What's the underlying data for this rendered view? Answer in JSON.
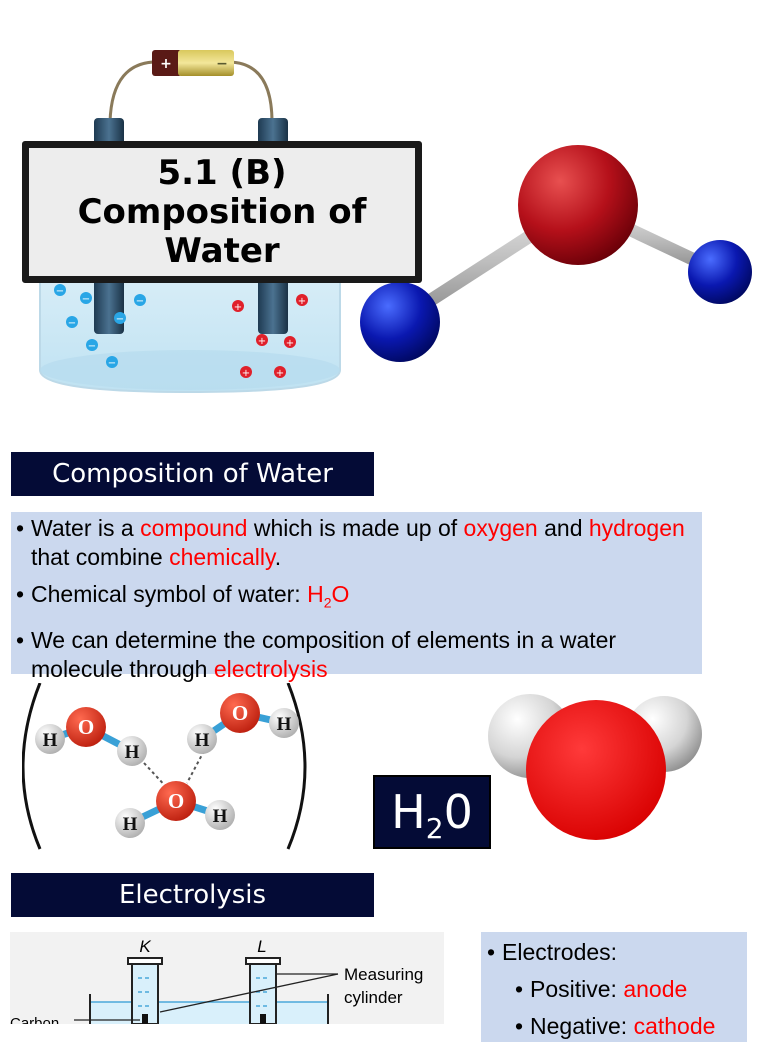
{
  "title": {
    "line1": "5.1 (B)",
    "line2": "Composition of",
    "line3": "Water"
  },
  "sections": {
    "composition_header": "Composition of Water",
    "electrolysis_header": "Electrolysis"
  },
  "facts": {
    "bullet1": {
      "t1": "Water is a ",
      "compound": "compound",
      "t2": " which is made up of ",
      "oxygen": "oxygen",
      "t3": " and ",
      "hydrogen": "hydrogen",
      "t4": " that combine ",
      "chemically": "chemically",
      "t5": "."
    },
    "bullet2": {
      "label": "Chemical symbol of water: ",
      "symbol_h": "H",
      "symbol_sub": "2",
      "symbol_o": "O"
    },
    "bullet3": {
      "text": "We can determine the composition of elements in a water molecule through ",
      "electrolysis": "electrolysis"
    }
  },
  "formula": {
    "h": "H",
    "sub": "2",
    "o": "0"
  },
  "molecule_diagram": {
    "h_label": "H",
    "o_label": "O"
  },
  "electrolysis_cell": {
    "plus": "+",
    "minus": "−"
  },
  "electrodes": {
    "heading": "Electrodes:",
    "positive_label": "Positive: ",
    "positive_value": "anode",
    "negative_label": "Negative: ",
    "negative_value": "cathode"
  },
  "apparatus": {
    "label_k": "K",
    "label_l": "L",
    "measuring_1": "Measuring",
    "measuring_2": "cylinder",
    "carbon": "Carbon"
  },
  "colors": {
    "header_bg": "#040b36",
    "panel_bg": "#cbd8ee",
    "highlight": "#ff0000",
    "oxygen_atom": "#c0101a",
    "hydrogen_atom": "#0a18b0"
  }
}
